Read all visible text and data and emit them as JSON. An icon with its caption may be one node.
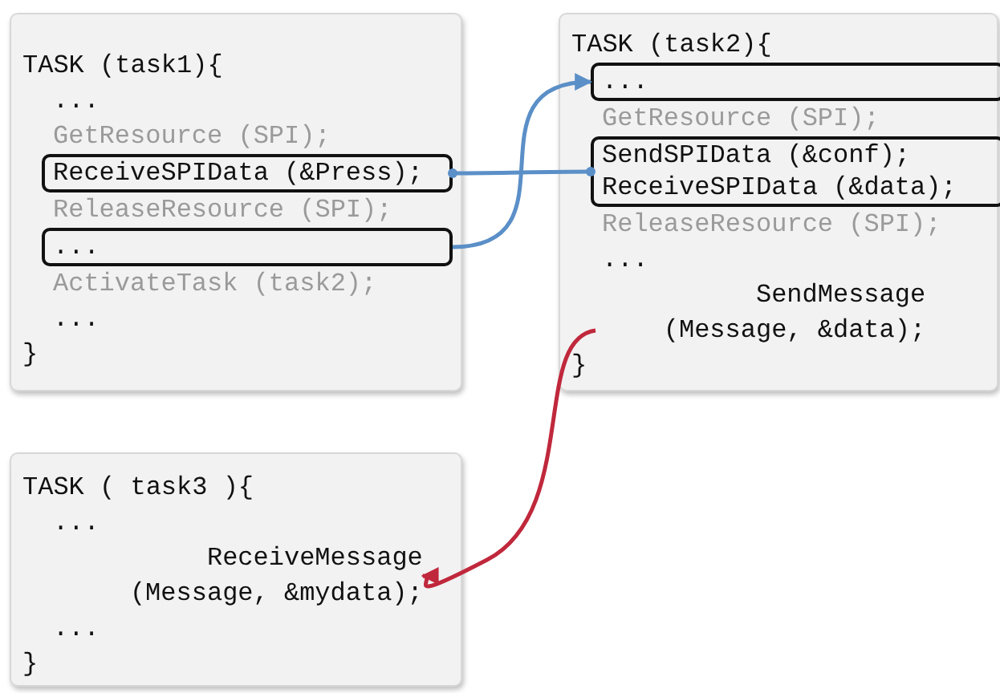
{
  "diagram": {
    "nodes": [
      {
        "text": [
          "TASK (task1){",
          "...",
          "GetResource (SPI);",
          "ReleaseResource (SPI);",
          "ActivateTask (task2);",
          "...",
          "}"
        ]
      },
      {
        "text": [
          "ReceiveSPIData (&Press);"
        ],
        "in": 0
      },
      {
        "text": [
          "..."
        ],
        "in": 0
      },
      {
        "text": [
          "TASK (task2){",
          "GetResource (SPI);",
          "ReleaseResource (SPI);",
          "...",
          "}"
        ]
      },
      {
        "text": [
          "..."
        ],
        "in": 3
      },
      {
        "text": [
          "SendSPIData (&conf);",
          "ReceiveSPIData (&data);"
        ],
        "in": 3
      },
      {
        "text": [
          "SendMessage (Message, &data);"
        ],
        "in": 3
      },
      {
        "text": [
          "TASK ( task3 ){",
          "...",
          "...",
          "}"
        ]
      },
      {
        "text": [
          "ReceiveMessage (Message, &mydata);"
        ],
        "in": 7
      }
    ],
    "edges": [
      {
        "from": 5,
        "to": 1,
        "arrow": "other"
      },
      {
        "from": 2,
        "to": 4,
        "arrow": "to"
      },
      {
        "from": 6,
        "to": 8,
        "arrow": "to",
        "color": "#c0283c"
      }
    ]
  }
}
